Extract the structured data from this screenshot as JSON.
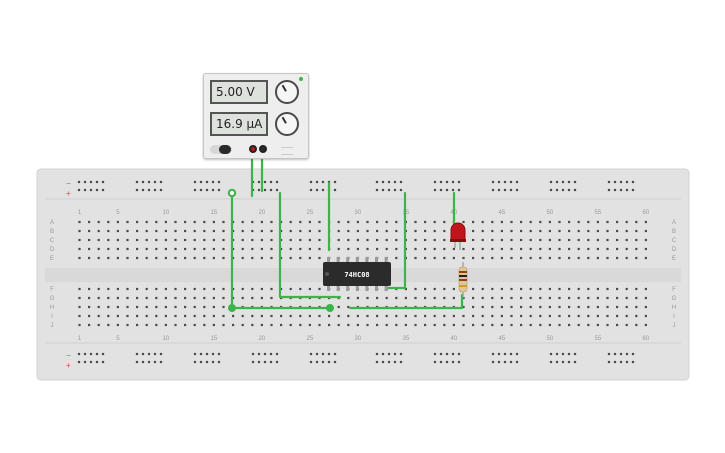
{
  "power_supply": {
    "voltage_display": "5.00 V",
    "current_display": "16.9 µA"
  },
  "breadboard": {
    "column_numbers": [
      "1",
      "5",
      "10",
      "15",
      "20",
      "25",
      "30",
      "35",
      "40",
      "45",
      "50",
      "55",
      "60"
    ],
    "row_letters_top": [
      "A",
      "B",
      "C",
      "D",
      "E"
    ],
    "row_letters_bottom": [
      "F",
      "G",
      "H",
      "I",
      "J"
    ],
    "rail_minus": "−",
    "rail_plus": "+"
  },
  "ic": {
    "label": "74HC08"
  },
  "colors": {
    "wire": "#3cb44b",
    "board": "#e3e3e3",
    "led": "#c0161b",
    "chip": "#2b2b2b"
  }
}
